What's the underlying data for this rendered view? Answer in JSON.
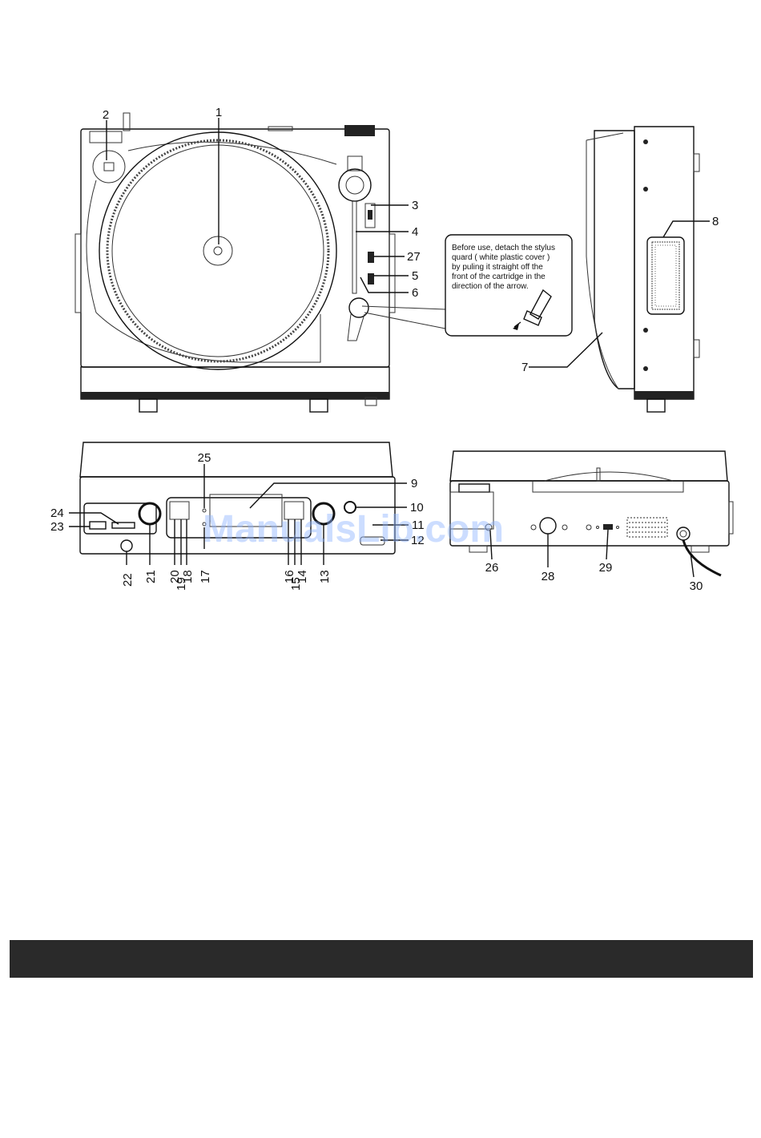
{
  "diagram": {
    "callouts": [
      "1",
      "2",
      "3",
      "4",
      "27",
      "5",
      "6",
      "7",
      "8",
      "9",
      "10",
      "11",
      "12",
      "13",
      "14",
      "15",
      "16",
      "17",
      "18",
      "19",
      "20",
      "21",
      "22",
      "23",
      "24",
      "25",
      "26",
      "28",
      "29",
      "30"
    ],
    "stylus_note": [
      "Before use,  detach the stylus",
      "quard  ( white plastic cover )",
      "by puling it straight off the",
      "front of the cartridge in the",
      "direction of the arrow."
    ]
  },
  "watermark": "ManualsLib.com"
}
